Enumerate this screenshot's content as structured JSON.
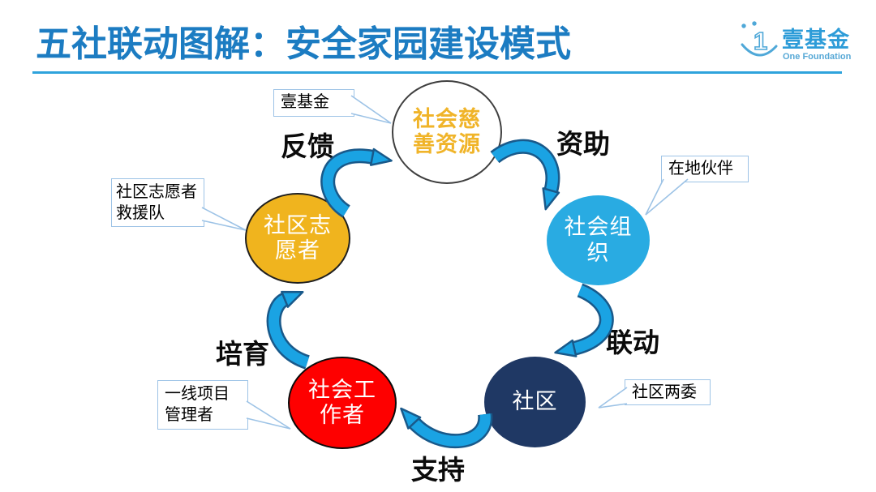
{
  "header": {
    "title": "五社联动图解：安全家园建设模式",
    "logo": {
      "numeral": "1",
      "name": "壹基金",
      "subtitle": "One Foundation"
    }
  },
  "diagram": {
    "nodes": [
      {
        "id": "social-charity-resources",
        "lines": [
          "社会慈",
          "善资源"
        ],
        "fill": "#FFFFFF",
        "text_color": "#F0B429"
      },
      {
        "id": "social-organizations",
        "lines": [
          "社会组",
          "织"
        ],
        "fill": "#29ABE2",
        "text_color": "#FFFFFF"
      },
      {
        "id": "community",
        "lines": [
          "社区"
        ],
        "fill": "#1F3864",
        "text_color": "#FFFFFF"
      },
      {
        "id": "social-workers",
        "lines": [
          "社会工",
          "作者"
        ],
        "fill": "#FE0000",
        "text_color": "#FFFFFF"
      },
      {
        "id": "community-volunteers",
        "lines": [
          "社区志",
          "愿者"
        ],
        "fill": "#F0B41E",
        "text_color": "#FFFFFF"
      }
    ],
    "edges": [
      {
        "from": "social-charity-resources",
        "to": "social-organizations",
        "label": "资助"
      },
      {
        "from": "social-organizations",
        "to": "community",
        "label": "联动"
      },
      {
        "from": "community",
        "to": "social-workers",
        "label": "支持"
      },
      {
        "from": "social-workers",
        "to": "community-volunteers",
        "label": "培育"
      },
      {
        "from": "community-volunteers",
        "to": "social-charity-resources",
        "label": "反馈"
      }
    ],
    "callouts": [
      {
        "target": "social-charity-resources",
        "lines": [
          "壹基金"
        ]
      },
      {
        "target": "social-organizations",
        "lines": [
          "在地伙伴"
        ]
      },
      {
        "target": "community",
        "lines": [
          "社区两委"
        ]
      },
      {
        "target": "social-workers",
        "lines": [
          "一线项目",
          "管理者"
        ]
      },
      {
        "target": "community-volunteers",
        "lines": [
          "社区志愿者",
          "救援队"
        ]
      }
    ],
    "colors": {
      "title_blue": "#1C7CC2",
      "divider_blue": "#2EA3DC",
      "arrow_fill": "#1AA3E3",
      "arrow_outline": "#19598A",
      "callout_border": "#9DC3E6",
      "logo_blue": "#4FA8D8"
    }
  }
}
